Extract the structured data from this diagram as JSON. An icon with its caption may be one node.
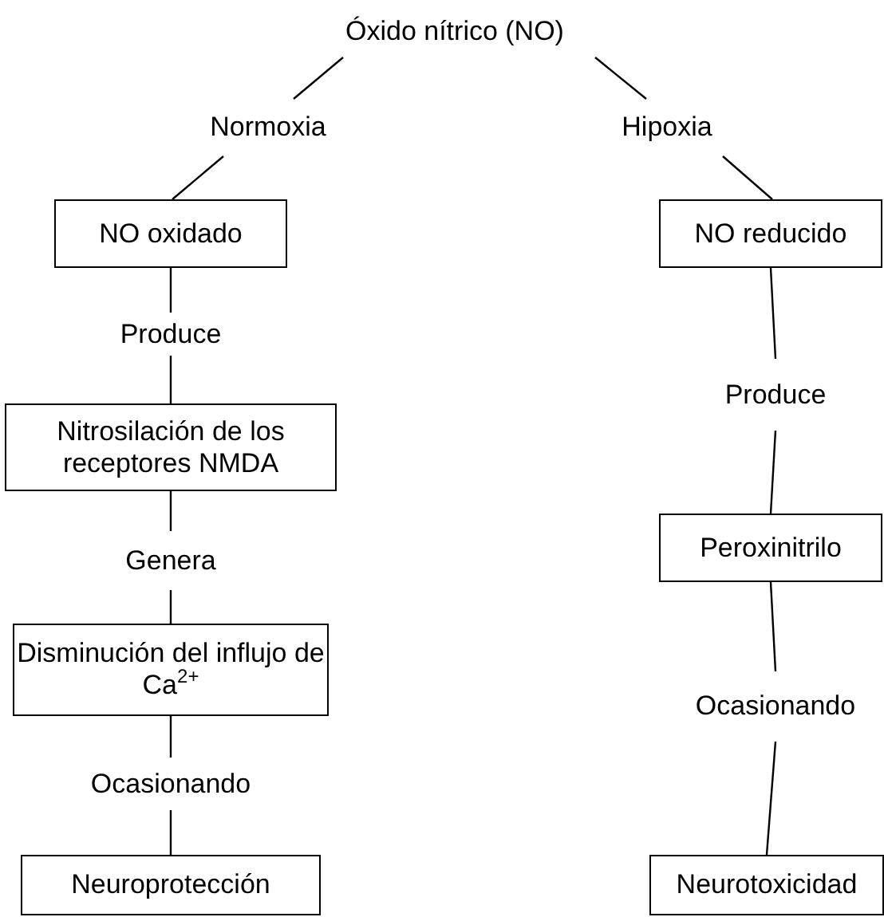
{
  "diagram": {
    "nodes": [
      {
        "text": [
          "Óxido nítrico (NO)"
        ]
      },
      {
        "text": [
          "Normoxia"
        ]
      },
      {
        "text": [
          "Hipoxia"
        ]
      },
      {
        "text": [
          "NO oxidado"
        ]
      },
      {
        "text": [
          "Produce"
        ]
      },
      {
        "text": [
          "Nitrosilación de los receptores NMDA"
        ]
      },
      {
        "text": [
          "Genera"
        ]
      },
      {
        "text": [
          "Disminución del influjo de Ca$^{2+}$"
        ]
      },
      {
        "text": [
          "Ocasionando"
        ]
      },
      {
        "text": [
          "Neuroprotección"
        ]
      },
      {
        "text": [
          "NO reducido"
        ]
      },
      {
        "text": [
          "Produce"
        ]
      },
      {
        "text": [
          "Peroxinitrilo"
        ]
      },
      {
        "text": [
          "Ocasionando"
        ]
      },
      {
        "text": [
          "Neurotoxicidad"
        ]
      }
    ],
    "edges": [
      {
        "from": 0,
        "to": 1,
        "arrow": "none"
      },
      {
        "from": 0,
        "to": 2,
        "arrow": "none"
      },
      {
        "from": 1,
        "to": 3,
        "arrow": "none"
      },
      {
        "from": 2,
        "to": 10,
        "arrow": "none"
      },
      {
        "from": 3,
        "to": 4,
        "arrow": "none"
      },
      {
        "from": 4,
        "to": 5,
        "arrow": "none"
      },
      {
        "from": 5,
        "to": 6,
        "arrow": "none"
      },
      {
        "from": 6,
        "to": 7,
        "arrow": "none"
      },
      {
        "from": 7,
        "to": 8,
        "arrow": "none"
      },
      {
        "from": 8,
        "to": 9,
        "arrow": "none"
      },
      {
        "from": 10,
        "to": 11,
        "arrow": "none"
      },
      {
        "from": 11,
        "to": 12,
        "arrow": "none"
      },
      {
        "from": 12,
        "to": 13,
        "arrow": "none"
      },
      {
        "from": 13,
        "to": 14,
        "arrow": "none"
      }
    ]
  }
}
